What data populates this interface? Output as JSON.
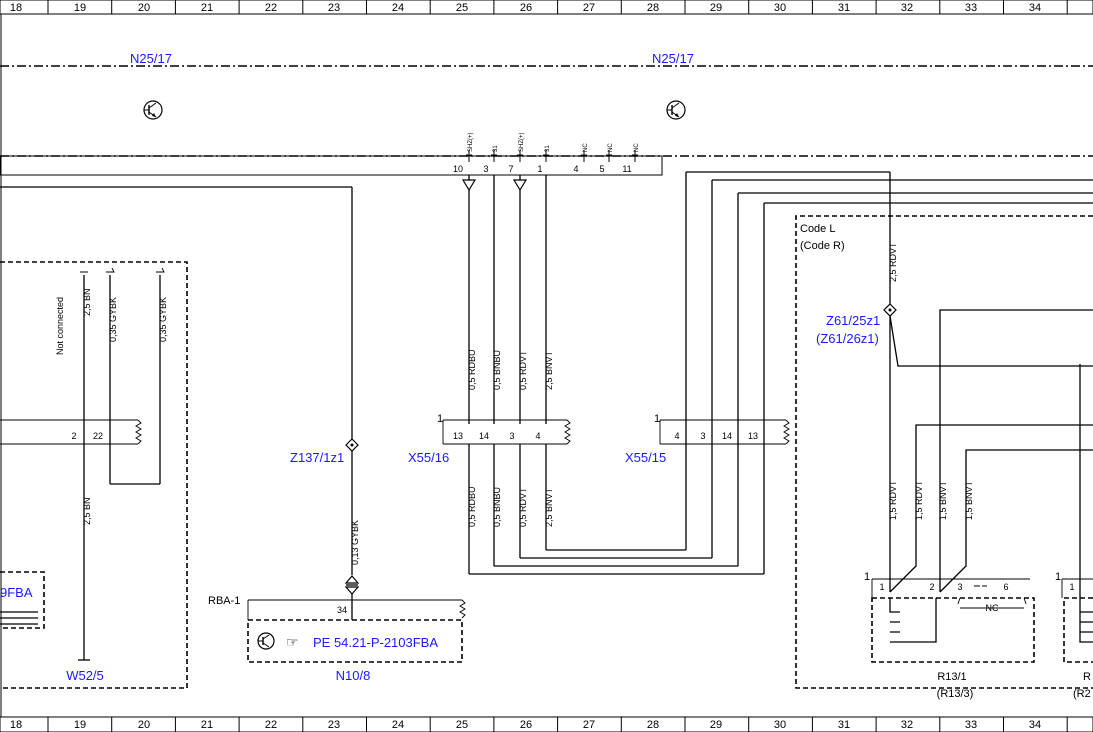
{
  "grid": {
    "top": [
      "18",
      "19",
      "20",
      "21",
      "22",
      "23",
      "24",
      "25",
      "26",
      "27",
      "28",
      "29",
      "30",
      "31",
      "32",
      "33",
      "34"
    ],
    "bottom": [
      "18",
      "19",
      "20",
      "21",
      "22",
      "23",
      "24",
      "25",
      "26",
      "27",
      "28",
      "29",
      "30",
      "31",
      "32",
      "33",
      "34"
    ]
  },
  "components": {
    "n25_left": "N25/17",
    "n25_right": "N25/17",
    "z137": "Z137/1z1",
    "x55_16": "X55/16",
    "x55_15": "X55/15",
    "z61": "Z61/25z1",
    "z61_alt": "(Z61/26z1)",
    "w52": "W52/5",
    "n10": "N10/8",
    "fba_left": "9FBA",
    "rba": "RBA-1",
    "pe_ref": "PE 54.21-P-2103FBA",
    "r13_1": "R13/1",
    "r13_3": "(R13/3)",
    "r2_partial": "R",
    "r2_partial_alt": "(R2",
    "code_l": "Code L",
    "code_r": "(Code R)",
    "not_connected": "Not connected"
  },
  "connector_top": {
    "pins": [
      "10",
      "3",
      "7",
      "1",
      "4",
      "5",
      "11"
    ],
    "signals": [
      "SHZ(+)",
      "31",
      "SHZ(+)",
      "31",
      "NC",
      "NC",
      "NC"
    ]
  },
  "wires": {
    "left_25bn_top": "2,5 BN",
    "left_035_a": "0,35 GYBK",
    "left_035_b": "0,35 GYBK",
    "left_25bn_bottom": "2,5 BN",
    "gybk_013": "0,13 GYBK",
    "x16_upper": [
      "0,5 RDBU",
      "0,5 BNBU",
      "0,5 RDVT",
      "2,5 BNVT"
    ],
    "x16_lower": [
      "0,5 RDBU",
      "0,5 BNBU",
      "0,5 RDVT",
      "2,5 BNVT"
    ],
    "code_l_wire": "2,5 RDVT",
    "r13_wires": [
      "1,5 RDVT",
      "1,5 RDVT",
      "1,5 BNVT",
      "1,5 BNVT"
    ]
  },
  "pins": {
    "left_conn": [
      "2",
      "22"
    ],
    "x55_16": [
      "13",
      "14",
      "3",
      "4"
    ],
    "x55_16_mark": "1",
    "x55_15": [
      "4",
      "3",
      "14",
      "13"
    ],
    "x55_15_mark": "1",
    "n10_pin": "34",
    "r13_pins": [
      "1",
      "2",
      "3",
      "6"
    ],
    "r13_mark": "1",
    "r2_mark": "1",
    "r2_pin": "1",
    "nc": "NC"
  }
}
